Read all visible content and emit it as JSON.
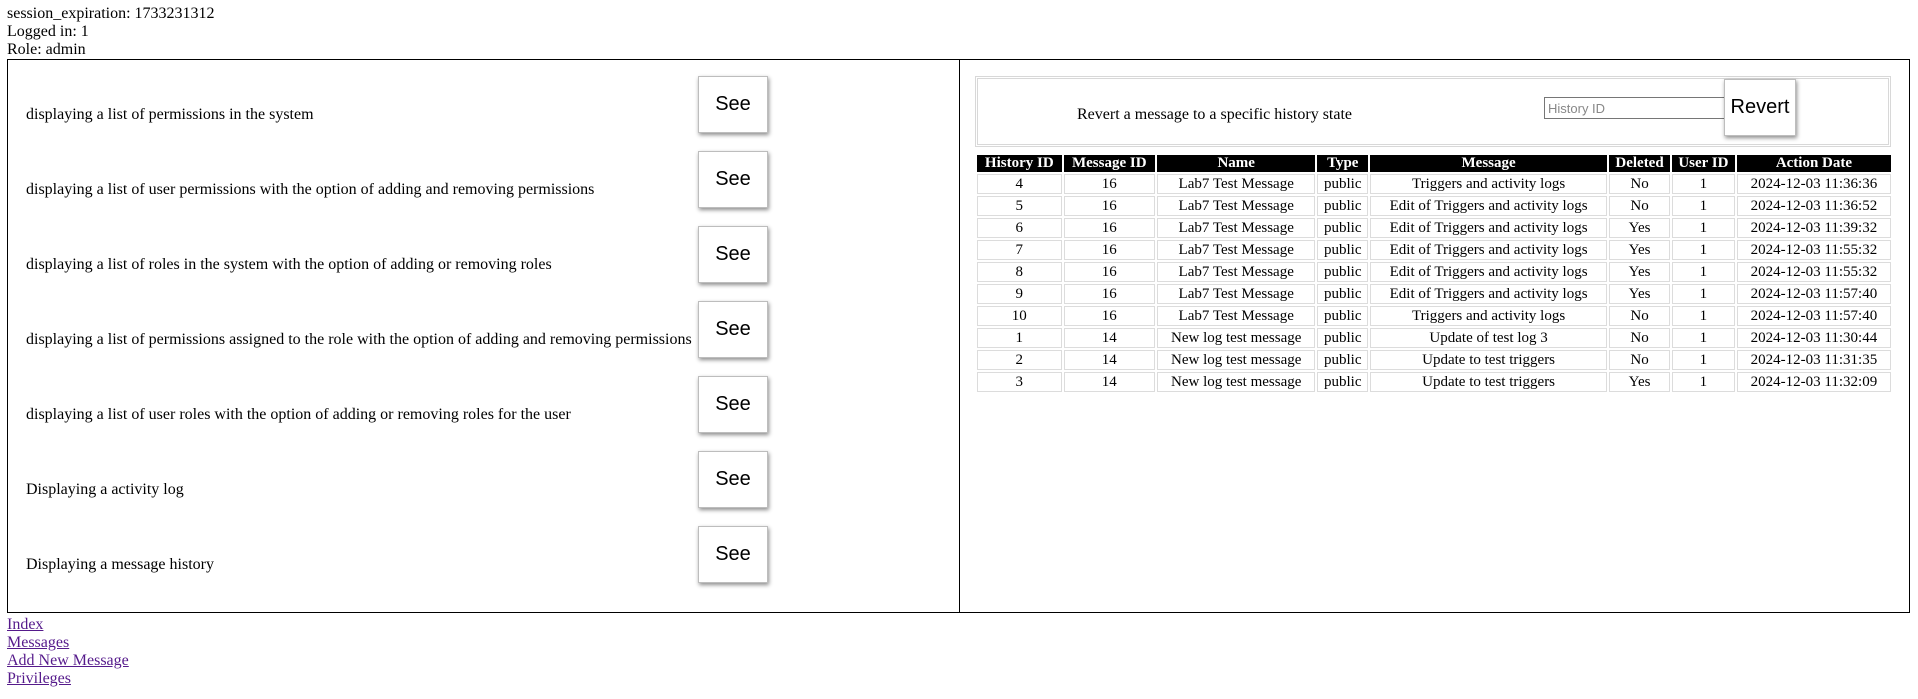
{
  "session": {
    "expiration": "session_expiration: 1733231312",
    "logged_in": "Logged in: 1",
    "role": "Role: admin"
  },
  "menu": {
    "see_label": "See",
    "items": [
      {
        "text": "displaying a list of permissions in the system"
      },
      {
        "text": "displaying a list of user permissions with the option of adding and removing permissions"
      },
      {
        "text": "displaying a list of roles in the system with the option of adding or removing roles"
      },
      {
        "text": "displaying a list of permissions assigned to the role with the option of adding and removing permissions"
      },
      {
        "text": "displaying a list of user roles with the option of adding or removing roles for the user"
      },
      {
        "text": "Displaying a activity log"
      },
      {
        "text": "Displaying a message history"
      }
    ]
  },
  "revert": {
    "text": "Revert a message to a specific history state",
    "placeholder": "History ID",
    "value": "",
    "button_label": "Revert"
  },
  "history_table": {
    "headers": [
      "History ID",
      "Message ID",
      "Name",
      "Type",
      "Message",
      "Deleted",
      "User ID",
      "Action Date"
    ],
    "rows": [
      [
        "4",
        "16",
        "Lab7 Test Message",
        "public",
        "Triggers and activity logs",
        "No",
        "1",
        "2024-12-03 11:36:36"
      ],
      [
        "5",
        "16",
        "Lab7 Test Message",
        "public",
        "Edit of Triggers and activity logs",
        "No",
        "1",
        "2024-12-03 11:36:52"
      ],
      [
        "6",
        "16",
        "Lab7 Test Message",
        "public",
        "Edit of Triggers and activity logs",
        "Yes",
        "1",
        "2024-12-03 11:39:32"
      ],
      [
        "7",
        "16",
        "Lab7 Test Message",
        "public",
        "Edit of Triggers and activity logs",
        "Yes",
        "1",
        "2024-12-03 11:55:32"
      ],
      [
        "8",
        "16",
        "Lab7 Test Message",
        "public",
        "Edit of Triggers and activity logs",
        "Yes",
        "1",
        "2024-12-03 11:55:32"
      ],
      [
        "9",
        "16",
        "Lab7 Test Message",
        "public",
        "Edit of Triggers and activity logs",
        "Yes",
        "1",
        "2024-12-03 11:57:40"
      ],
      [
        "10",
        "16",
        "Lab7 Test Message",
        "public",
        "Triggers and activity logs",
        "No",
        "1",
        "2024-12-03 11:57:40"
      ],
      [
        "1",
        "14",
        "New log test message",
        "public",
        "Update of test log 3",
        "No",
        "1",
        "2024-12-03 11:30:44"
      ],
      [
        "2",
        "14",
        "New log test message",
        "public",
        "Update to test triggers",
        "No",
        "1",
        "2024-12-03 11:31:35"
      ],
      [
        "3",
        "14",
        "New log test message",
        "public",
        "Update to test triggers",
        "Yes",
        "1",
        "2024-12-03 11:32:09"
      ]
    ]
  },
  "nav_links": [
    {
      "label": "Index"
    },
    {
      "label": "Messages"
    },
    {
      "label": "Add New Message"
    },
    {
      "label": "Privileges"
    }
  ]
}
